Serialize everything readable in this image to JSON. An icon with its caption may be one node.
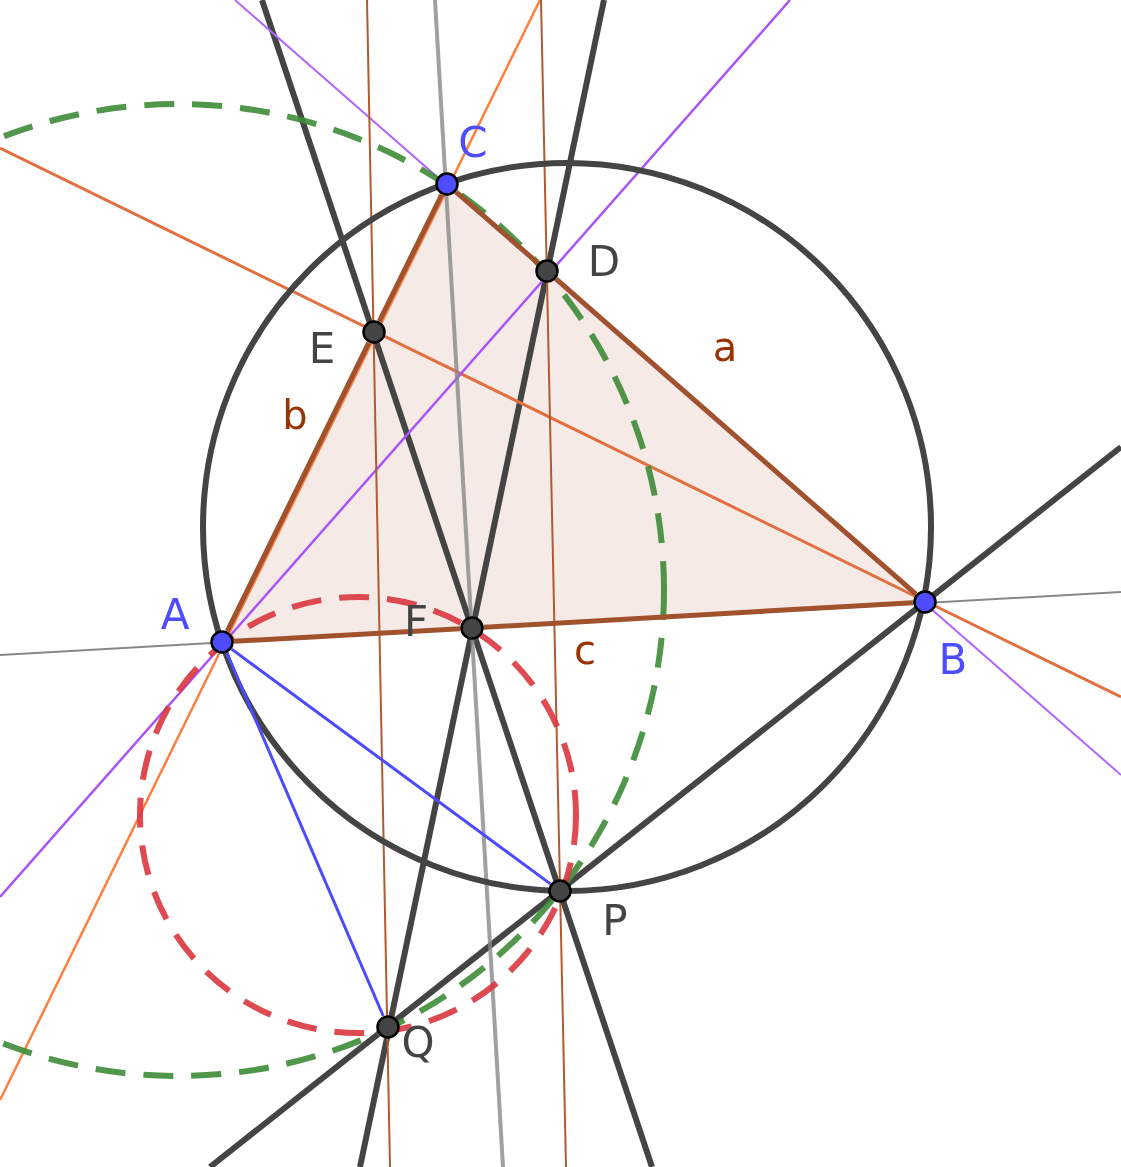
{
  "diagram": {
    "nodes": [
      {
        "text": [
          "A"
        ]
      },
      {
        "text": [
          "B"
        ]
      },
      {
        "text": [
          "C"
        ]
      },
      {
        "text": [
          "D"
        ]
      },
      {
        "text": [
          "E"
        ]
      },
      {
        "text": [
          "F"
        ]
      },
      {
        "text": [
          "P"
        ]
      },
      {
        "text": [
          "Q"
        ]
      }
    ],
    "edges": [
      {
        "from": 0,
        "to": 5,
        "arrow": "none"
      },
      {
        "from": 5,
        "to": 1,
        "arrow": "none",
        "label": "c"
      },
      {
        "from": 1,
        "to": 3,
        "arrow": "none",
        "label": "a"
      },
      {
        "from": 3,
        "to": 2,
        "arrow": "none"
      },
      {
        "from": 2,
        "to": 4,
        "arrow": "none"
      },
      {
        "from": 4,
        "to": 0,
        "arrow": "none",
        "label": "b"
      },
      {
        "from": 0,
        "to": 6,
        "arrow": "none",
        "color": "#4a4aff"
      },
      {
        "from": 0,
        "to": 7,
        "arrow": "none",
        "color": "#4a4aff"
      }
    ]
  }
}
